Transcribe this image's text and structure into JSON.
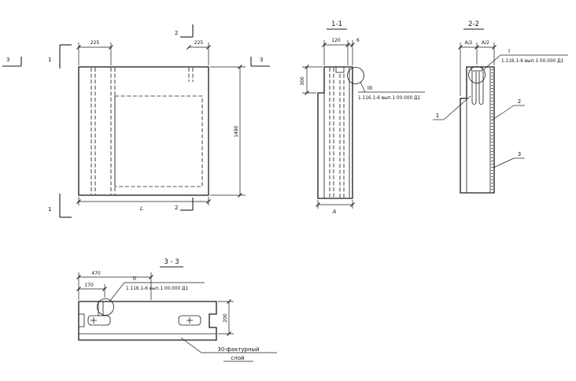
{
  "sheet": {
    "background_color": "#ffffff",
    "line_color": "#1b1b1b"
  },
  "front_view": {
    "dim_left_offset": "225",
    "dim_right_offset": "225",
    "dim_height": "1480",
    "dim_length": "L",
    "mark_section_1": "1",
    "mark_section_2": "2",
    "mark_section_3": "3"
  },
  "section_1_1": {
    "title": "1-1",
    "dim_120": "120",
    "dim_6": "6",
    "dim_300": "300",
    "dim_width": "A",
    "node_label": "III",
    "node_ref": "1.116.1-6 вып.1 00.000 Д1"
  },
  "section_2_2": {
    "title": "2-2",
    "dim_half_a_left": "A/2",
    "dim_half_a_right": "A/2",
    "node_label": "I",
    "node_ref": "1.116.1-6 вып.1 00.000 Д1",
    "part_1": "1",
    "part_2": "2",
    "part_3": "3"
  },
  "section_3_3": {
    "title": "3 - 3",
    "dim_470": "470",
    "dim_170": "170",
    "dim_200": "200",
    "node_label": "II",
    "node_ref": "1.116.1-6 вып.1 00.000 Д1",
    "note_line1": "30-фактурный",
    "note_line2": "слой"
  }
}
